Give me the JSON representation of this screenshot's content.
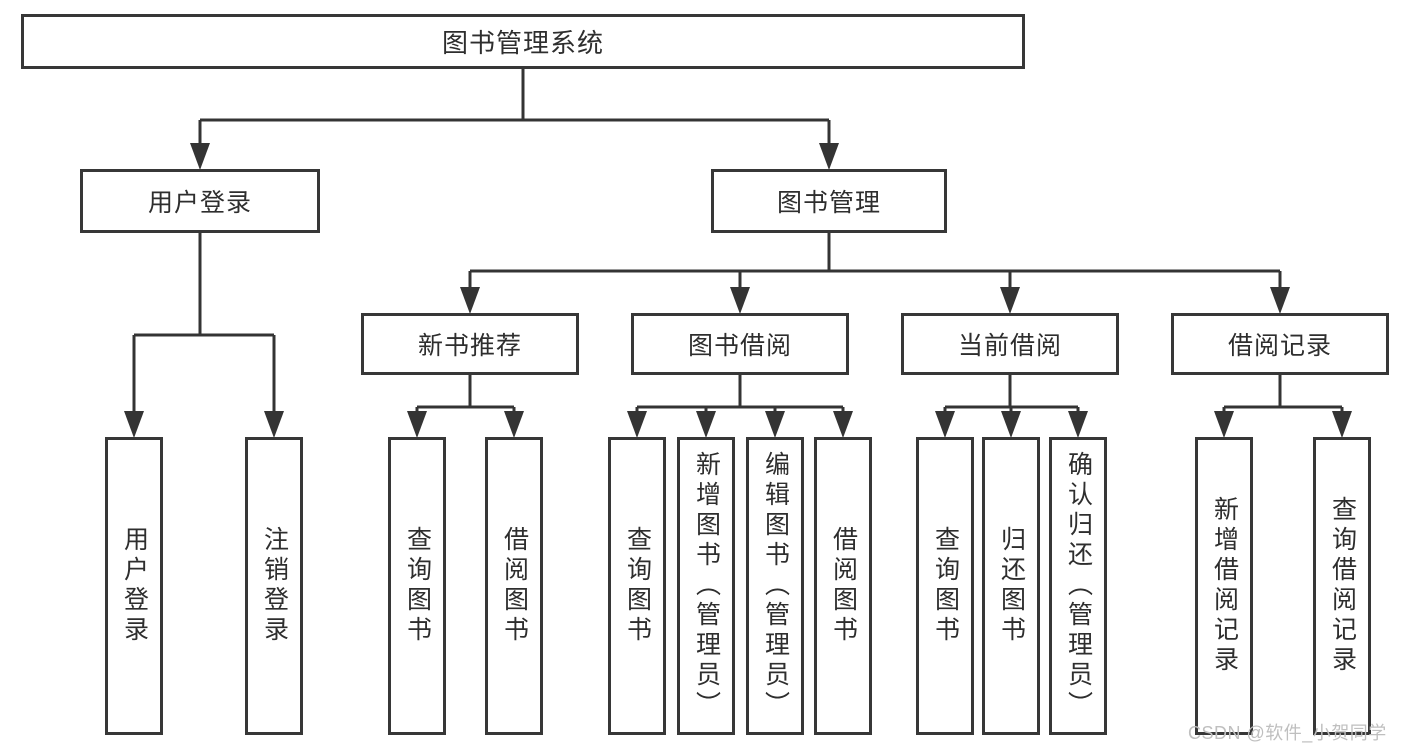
{
  "diagram": {
    "type": "hierarchy-diagram",
    "colors": {
      "line": "#343434",
      "text": "#2e2e2e",
      "background": "#ffffff",
      "watermark": "#bfbfbf"
    }
  },
  "tree": {
    "root": {
      "label": "图书管理系统"
    },
    "level2": [
      {
        "label": "用户登录",
        "children": [
          {
            "label": "用户登录"
          },
          {
            "label": "注销登录"
          }
        ]
      },
      {
        "label": "图书管理"
      }
    ],
    "level3": [
      {
        "label": "新书推荐",
        "children": [
          {
            "label": "查询图书"
          },
          {
            "label": "借阅图书"
          }
        ]
      },
      {
        "label": "图书借阅",
        "children": [
          {
            "label": "查询图书"
          },
          {
            "label": "新增图书（管理员）"
          },
          {
            "label": "编辑图书（管理员）"
          },
          {
            "label": "借阅图书"
          }
        ]
      },
      {
        "label": "当前借阅",
        "children": [
          {
            "label": "查询图书"
          },
          {
            "label": "归还图书"
          },
          {
            "label": "确认归还（管理员）"
          }
        ]
      },
      {
        "label": "借阅记录",
        "children": [
          {
            "label": "新增借阅记录"
          },
          {
            "label": "查询借阅记录"
          }
        ]
      }
    ]
  },
  "watermark": {
    "text": "CSDN @软件_小贺同学"
  }
}
